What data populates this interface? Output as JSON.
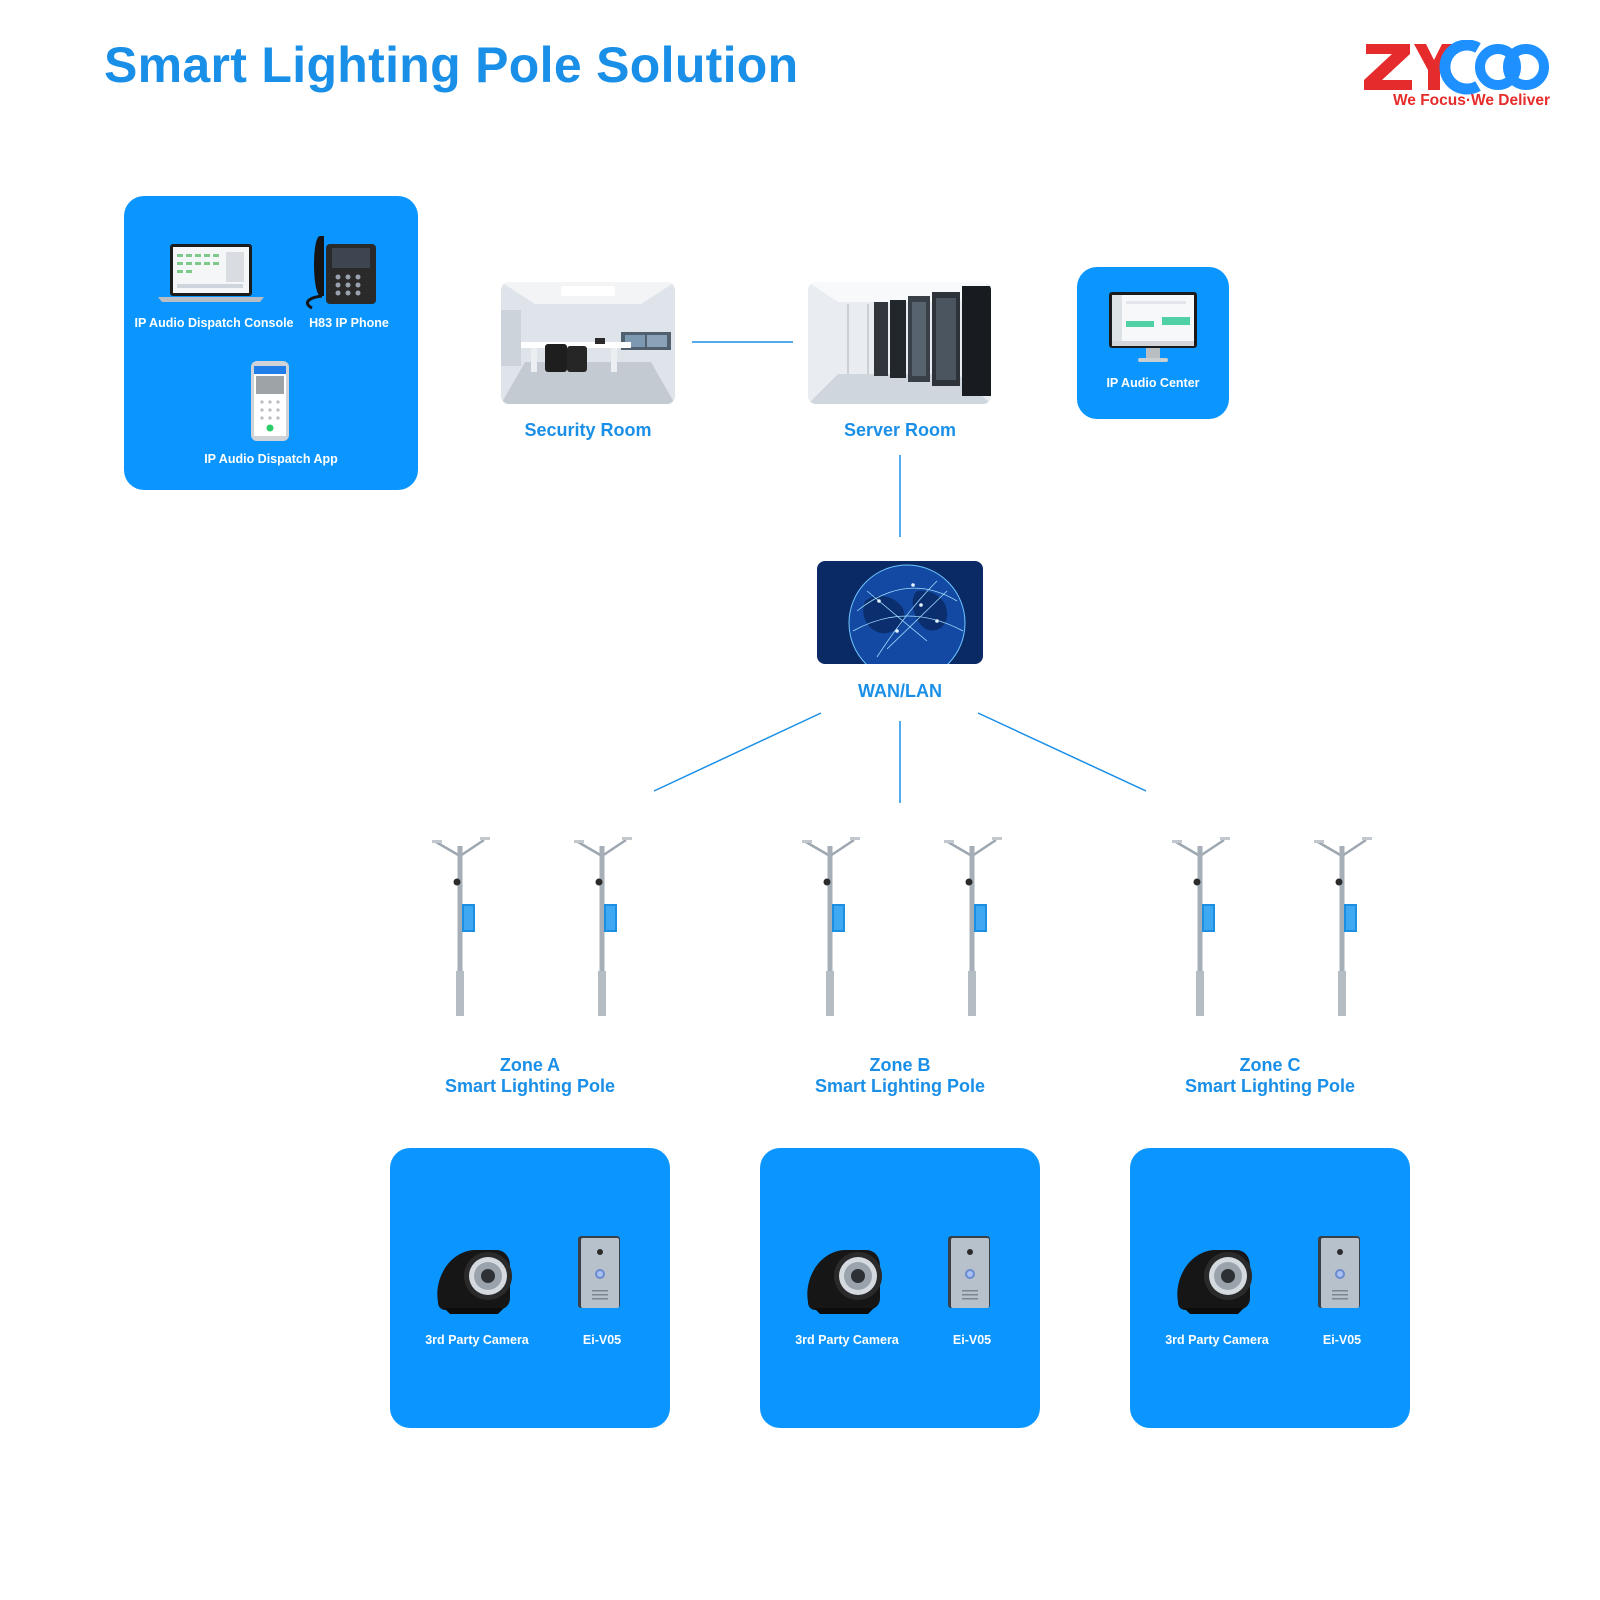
{
  "title": "Smart Lighting Pole Solution",
  "logo": {
    "wordmark": "ZYCOO",
    "tagline": "We Focus·We Deliver"
  },
  "colors": {
    "brand_blue": "#0b95ff",
    "label_blue": "#1a8fe8",
    "logo_red": "#e52b2b",
    "logo_blue": "#1e90ff"
  },
  "dispatch_panel": {
    "console_label": "IP Audio Dispatch Console",
    "phone_label": "H83 IP Phone",
    "app_label": "IP Audio Dispatch App"
  },
  "nodes": {
    "security_room": "Security Room",
    "server_room": "Server Room",
    "audio_center": "IP Audio Center",
    "network": "WAN/LAN"
  },
  "zones": [
    {
      "name": "Zone A",
      "subtitle": "Smart Lighting Pole",
      "camera_label": "3rd Party Camera",
      "intercom_label": "Ei-V05"
    },
    {
      "name": "Zone B",
      "subtitle": "Smart Lighting Pole",
      "camera_label": "3rd Party Camera",
      "intercom_label": "Ei-V05"
    },
    {
      "name": "Zone C",
      "subtitle": "Smart Lighting Pole",
      "camera_label": "3rd Party Camera",
      "intercom_label": "Ei-V05"
    }
  ]
}
